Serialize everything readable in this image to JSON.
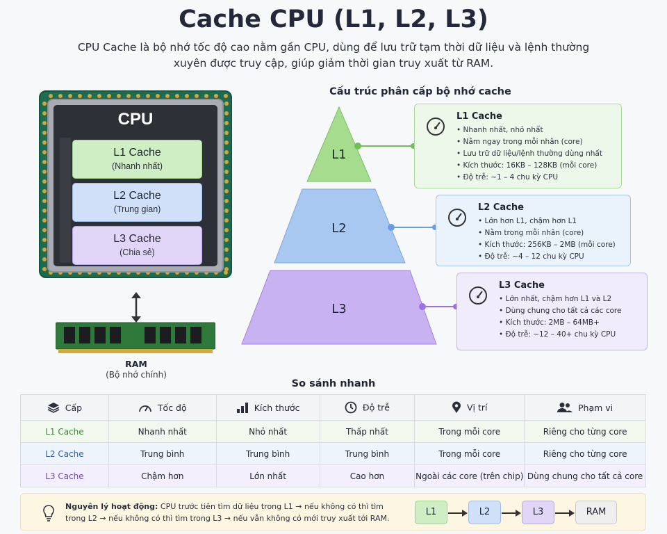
{
  "header": {
    "title": "Cache CPU (L1, L2, L3)",
    "subtitle": "CPU Cache là bộ nhớ tốc độ cao nằm gần CPU, dùng để lưu trữ tạm thời dữ liệu và lệnh thường xuyên được truy cập, giúp giảm thời gian truy xuất từ RAM."
  },
  "chip": {
    "cpu_label": "CPU",
    "caches": [
      {
        "name": "L1 Cache",
        "desc": "(Nhanh nhất)"
      },
      {
        "name": "L2 Cache",
        "desc": "(Trung gian)"
      },
      {
        "name": "L3 Cache",
        "desc": "(Chia sẻ)"
      }
    ],
    "ram_label": "RAM",
    "ram_sub": "(Bộ nhớ chính)"
  },
  "pyramid": {
    "title": "Cấu trúc phân cấp bộ nhớ cache",
    "levels": [
      "L1",
      "L2",
      "L3"
    ],
    "colors": {
      "l1": "#a6dc8d",
      "l2": "#a9c8f1",
      "l3": "#c8b2f2"
    }
  },
  "cards": [
    {
      "title": "L1 Cache",
      "icon": "speedometer-icon",
      "items": [
        "Nhanh nhất, nhỏ nhất",
        "Nằm ngay trong mỗi nhân (core)",
        "Lưu trữ dữ liệu/lệnh thường dùng nhất",
        "Kích thước: 16KB – 128KB (mỗi core)",
        "Độ trễ: ~1 – 4 chu kỳ CPU"
      ]
    },
    {
      "title": "L2 Cache",
      "icon": "speedometer-icon",
      "items": [
        "Lớn hơn L1, chậm hơn L1",
        "Nằm trong mỗi nhân (core)",
        "Kích thước: 256KB – 2MB (mỗi core)",
        "Độ trễ: ~4 – 12 chu kỳ CPU"
      ]
    },
    {
      "title": "L3 Cache",
      "icon": "speedometer-icon",
      "items": [
        "Lớn nhất, chậm hơn L1 và L2",
        "Dùng chung cho tất cả các core",
        "Kích thước: 2MB – 64MB+",
        "Độ trễ: ~12 – 40+ chu kỳ CPU"
      ]
    }
  ],
  "comparison": {
    "title": "So sánh nhanh",
    "headers": [
      "Cấp",
      "Tốc độ",
      "Kích thước",
      "Độ trễ",
      "Vị trí",
      "Phạm vi"
    ],
    "rows": [
      [
        "L1 Cache",
        "Nhanh nhất",
        "Nhỏ nhất",
        "Thấp nhất",
        "Trong mỗi core",
        "Riêng cho từng core"
      ],
      [
        "L2 Cache",
        "Trung bình",
        "Trung bình",
        "Trung bình",
        "Trong mỗi core",
        "Riêng cho từng core"
      ],
      [
        "L3 Cache",
        "Chậm hơn",
        "Lớn nhất",
        "Cao hơn",
        "Ngoài các core (trên chip)",
        "Dùng chung cho tất cả core"
      ]
    ]
  },
  "footer": {
    "principle_label": "Nguyên lý hoạt động:",
    "principle_text": " CPU trước tiên tìm dữ liệu trong L1 → nếu không có thì tìm trong L2 → nếu không có thì tìm trong L3 → nếu vẫn không có mới truy xuất tới RAM.",
    "flow": [
      "L1",
      "L2",
      "L3",
      "RAM"
    ]
  }
}
